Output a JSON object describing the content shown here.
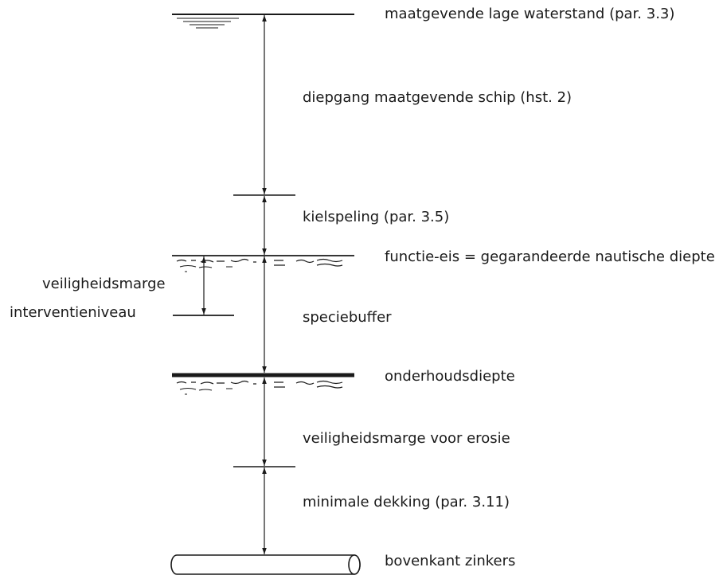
{
  "labels": {
    "water_level": "maatgevende lage waterstand (par. 3.3)",
    "draught": "diepgang maatgevende schip (hst. 2)",
    "keel_clearance": "kielspeling (par. 3.5)",
    "functional_requirement": "functie-eis = gegarandeerde nautische diepte",
    "safety_margin": "veiligheidsmarge",
    "intervention_level": "interventieniveau",
    "sediment_buffer": "speciebuffer",
    "maintenance_depth": "onderhoudsdiepte",
    "erosion_margin": "veiligheidsmarge voor erosie",
    "minimum_cover": "minimale dekking (par. 3.11)",
    "culvert_top": "bovenkant zinkers"
  },
  "colors": {
    "line": "#1a1a1a",
    "text": "#1a1a1a",
    "background": "#ffffff"
  }
}
